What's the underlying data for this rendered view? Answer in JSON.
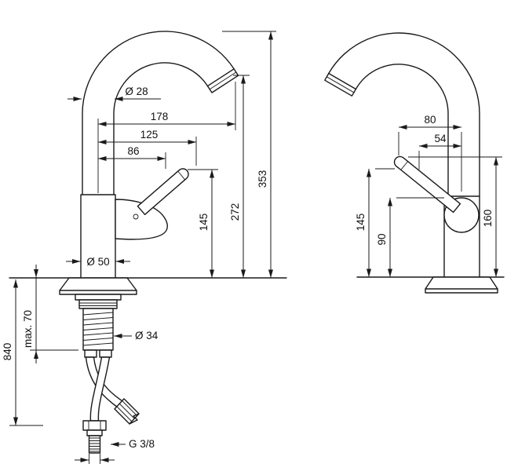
{
  "drawing": {
    "type": "faucet installation dimension drawing",
    "line_color": "#1a1a1a",
    "background": "#ffffff"
  },
  "views": {
    "front": {
      "dims": {
        "pipe_diameter": "Ø 28",
        "spout_reach": "178",
        "dim_125": "125",
        "dim_86": "86",
        "outlet_height": "272",
        "total_height": "353",
        "handle_height": "145",
        "body_diameter": "Ø 50",
        "shank_diameter": "Ø 34",
        "max_counter_thickness": "max. 70",
        "hose_length": "840",
        "thread": "G 3/8"
      }
    },
    "side": {
      "dims": {
        "dim_80": "80",
        "dim_54": "54",
        "handle_top_height": "160",
        "dim_145": "145",
        "dim_90": "90"
      }
    }
  }
}
